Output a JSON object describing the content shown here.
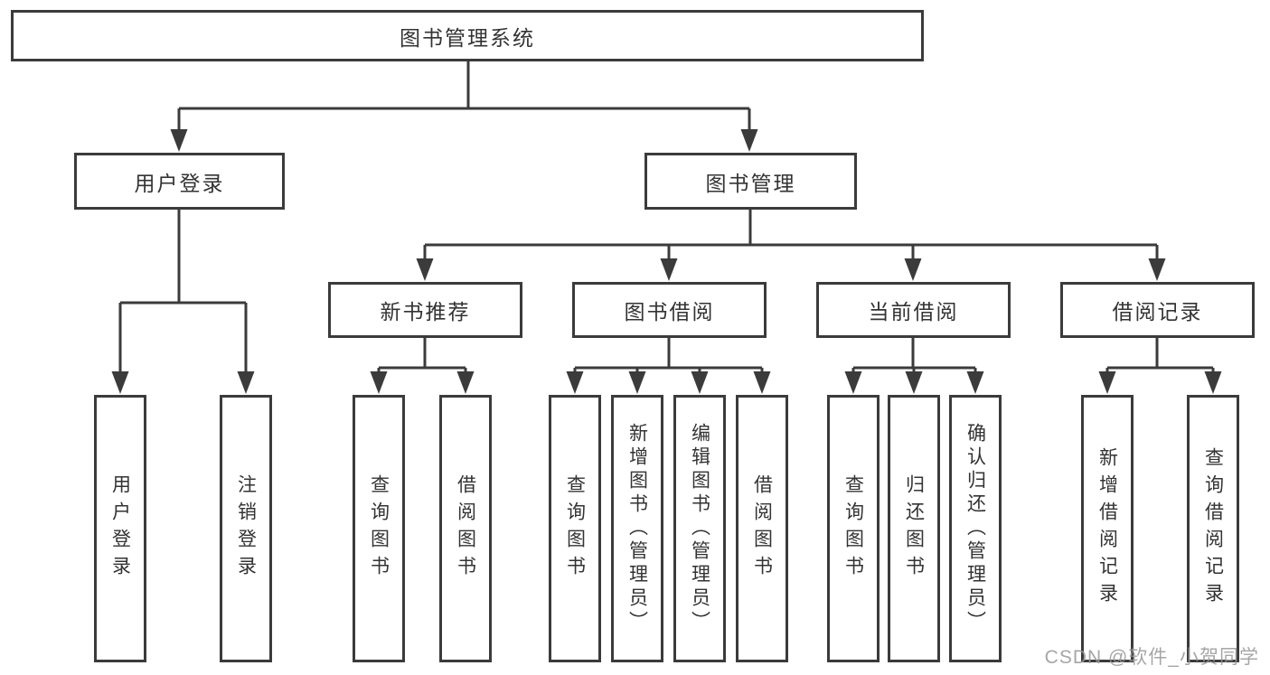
{
  "tree": {
    "root": {
      "label": "图书管理系统"
    },
    "children": [
      {
        "label": "用户登录",
        "children": [
          {
            "label": "用户登录"
          },
          {
            "label": "注销登录"
          }
        ]
      },
      {
        "label": "图书管理",
        "children": [
          {
            "label": "新书推荐",
            "children": [
              {
                "label": "查询图书"
              },
              {
                "label": "借阅图书"
              }
            ]
          },
          {
            "label": "图书借阅",
            "children": [
              {
                "label": "查询图书"
              },
              {
                "label": "新增图书（管理员）"
              },
              {
                "label": "编辑图书（管理员）"
              },
              {
                "label": "借阅图书"
              }
            ]
          },
          {
            "label": "当前借阅",
            "children": [
              {
                "label": "查询图书"
              },
              {
                "label": "归还图书"
              },
              {
                "label": "确认归还（管理员）"
              }
            ]
          },
          {
            "label": "借阅记录",
            "children": [
              {
                "label": "新增借阅记录"
              },
              {
                "label": "查询借阅记录"
              }
            ]
          }
        ]
      }
    ]
  },
  "watermark": {
    "text": "CSDN @软件_小贺同学"
  },
  "colors": {
    "line": "#3b3b3b",
    "text": "#333333",
    "watermark": "#969696"
  }
}
